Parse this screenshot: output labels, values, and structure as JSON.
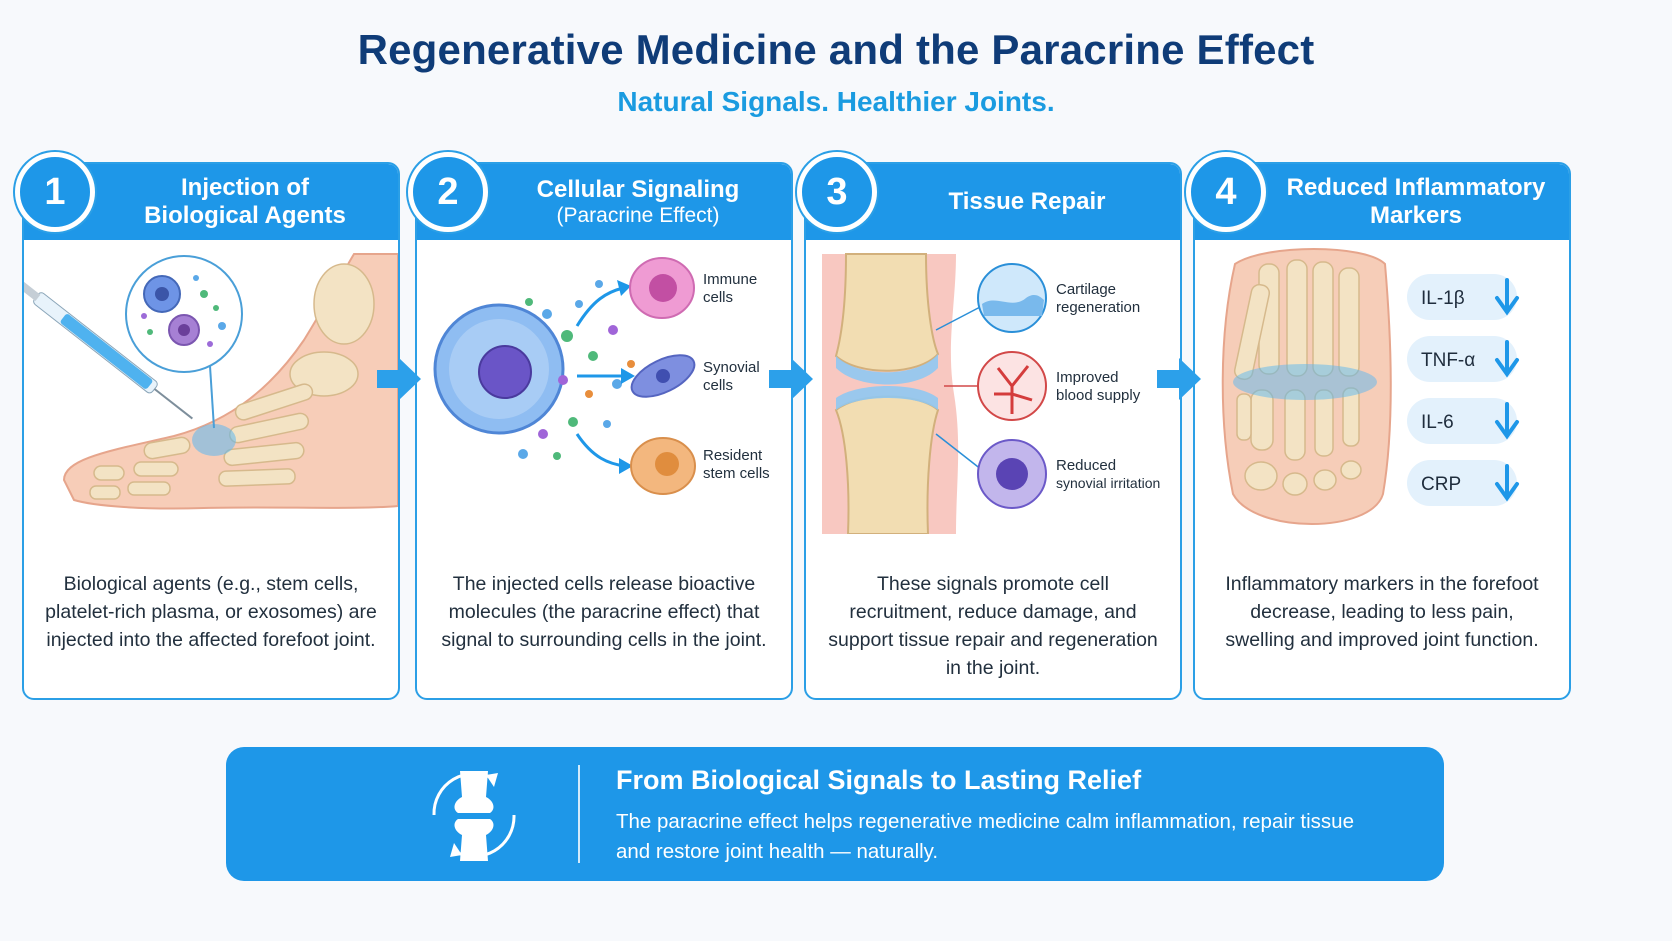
{
  "header": {
    "title": "Regenerative Medicine and the Paracrine Effect",
    "subtitle": "Natural Signals. Healthier Joints."
  },
  "steps": [
    {
      "number": "1",
      "title_line1": "Injection of",
      "title_line2": "Biological Agents",
      "description": "Biological agents (e.g., stem cells, platelet-rich plasma, or exosomes) are injected into the affected forefoot joint."
    },
    {
      "number": "2",
      "title_line1": "Cellular Signaling",
      "title_line2": "(Paracrine Effect)",
      "description": "The injected cells release bioactive molecules (the paracrine effect) that signal to surrounding cells in the joint.",
      "targets": [
        {
          "line1": "Immune",
          "line2": "cells"
        },
        {
          "line1": "Synovial",
          "line2": "cells"
        },
        {
          "line1": "Resident",
          "line2": "stem cells"
        }
      ]
    },
    {
      "number": "3",
      "title_line1": "Tissue Repair",
      "description": "These signals promote cell recruitment, reduce damage, and support tissue repair and regeneration in the joint.",
      "effects": [
        {
          "line1": "Cartilage",
          "line2": "regeneration"
        },
        {
          "line1": "Improved",
          "line2": "blood supply"
        },
        {
          "line1": "Reduced",
          "line2": "synovial irritation"
        }
      ]
    },
    {
      "number": "4",
      "title_line1": "Reduced Inflammatory",
      "title_line2": "Markers",
      "description": "Inflammatory markers in the forefoot decrease, leading to less pain, swelling and improved joint function.",
      "markers": [
        "IL-1β",
        "TNF-α",
        "IL-6",
        "CRP"
      ]
    }
  ],
  "summary": {
    "title": "From Biological Signals to Lasting Relief",
    "body": "The paracrine effect helps regenerative medicine calm inflammation, repair tissue and restore joint health — naturally."
  },
  "colors": {
    "primary_blue": "#1e97e8",
    "title_navy": "#0f3c78",
    "subtitle_blue": "#1a9be0"
  }
}
